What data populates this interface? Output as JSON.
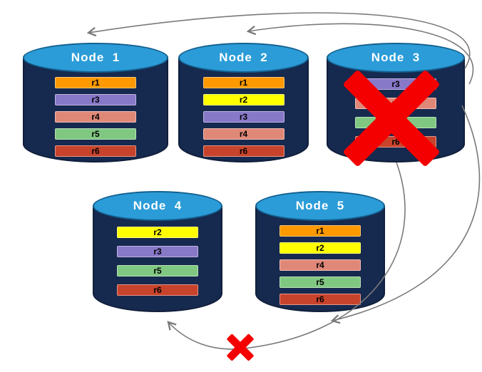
{
  "colors": {
    "cylinder_body": "#16294E",
    "cylinder_top": "#2B9CD8",
    "cylinder_top_edge": "#14608F",
    "arrow": "#7A7A7A",
    "failure_x": "#F40000",
    "replica_orange": "#FF9900",
    "replica_yellow": "#FFFF00",
    "replica_purple": "#8878C8",
    "replica_salmon": "#E08878",
    "replica_green": "#80C882",
    "replica_brick": "#C8432B"
  },
  "nodes": [
    {
      "title": "Node  1",
      "replicas": [
        {
          "label": "r1",
          "color": "#FF9900"
        },
        {
          "label": "r3",
          "color": "#8878C8"
        },
        {
          "label": "r4",
          "color": "#E08878"
        },
        {
          "label": "r5",
          "color": "#80C882"
        },
        {
          "label": "r6",
          "color": "#C8432B"
        }
      ]
    },
    {
      "title": "Node  2",
      "replicas": [
        {
          "label": "r1",
          "color": "#FF9900"
        },
        {
          "label": "r2",
          "color": "#FFFF00"
        },
        {
          "label": "r3",
          "color": "#8878C8"
        },
        {
          "label": "r4",
          "color": "#E08878"
        },
        {
          "label": "r6",
          "color": "#C8432B"
        }
      ]
    },
    {
      "title": "Node  3",
      "failed": true,
      "replicas": [
        {
          "label": "r3",
          "color": "#8878C8"
        },
        {
          "label": "r4",
          "color": "#E08878"
        },
        {
          "label": "r5",
          "color": "#80C882"
        },
        {
          "label": "r6",
          "color": "#C8432B"
        }
      ]
    },
    {
      "title": "Node  4",
      "replicas": [
        {
          "label": "r2",
          "color": "#FFFF00"
        },
        {
          "label": "r3",
          "color": "#8878C8"
        },
        {
          "label": "r5",
          "color": "#80C882"
        },
        {
          "label": "r6",
          "color": "#C8432B"
        }
      ]
    },
    {
      "title": "Node  5",
      "replicas": [
        {
          "label": "r1",
          "color": "#FF9900"
        },
        {
          "label": "r2",
          "color": "#FFFF00"
        },
        {
          "label": "r4",
          "color": "#E08878"
        },
        {
          "label": "r5",
          "color": "#80C882"
        },
        {
          "label": "r6",
          "color": "#C8432B"
        }
      ]
    }
  ]
}
